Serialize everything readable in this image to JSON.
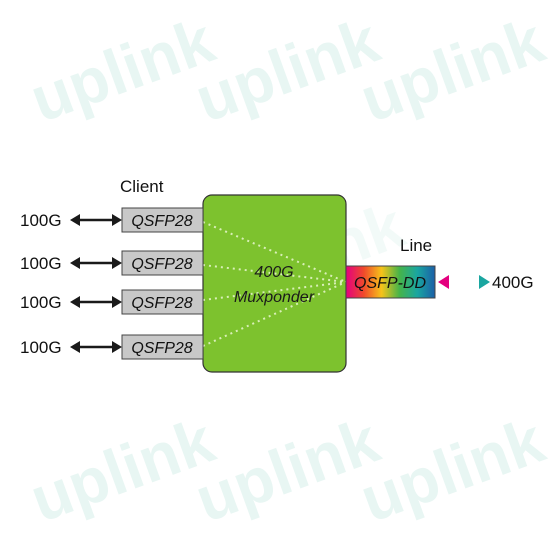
{
  "watermark": {
    "text": "uplink"
  },
  "client": {
    "heading": "Client",
    "ports": [
      {
        "rate": "100G",
        "module": "QSFP28"
      },
      {
        "rate": "100G",
        "module": "QSFP28"
      },
      {
        "rate": "100G",
        "module": "QSFP28"
      },
      {
        "rate": "100G",
        "module": "QSFP28"
      }
    ]
  },
  "muxponder": {
    "line1": "400G",
    "line2": "Muxponder",
    "color": "#7dc22e"
  },
  "line": {
    "heading": "Line",
    "module": "QSFP-DD",
    "rate": "400G"
  },
  "colors": {
    "module_gray": "#c8c8c8",
    "arrow": "#1a1a1a",
    "box_border": "#333333"
  }
}
